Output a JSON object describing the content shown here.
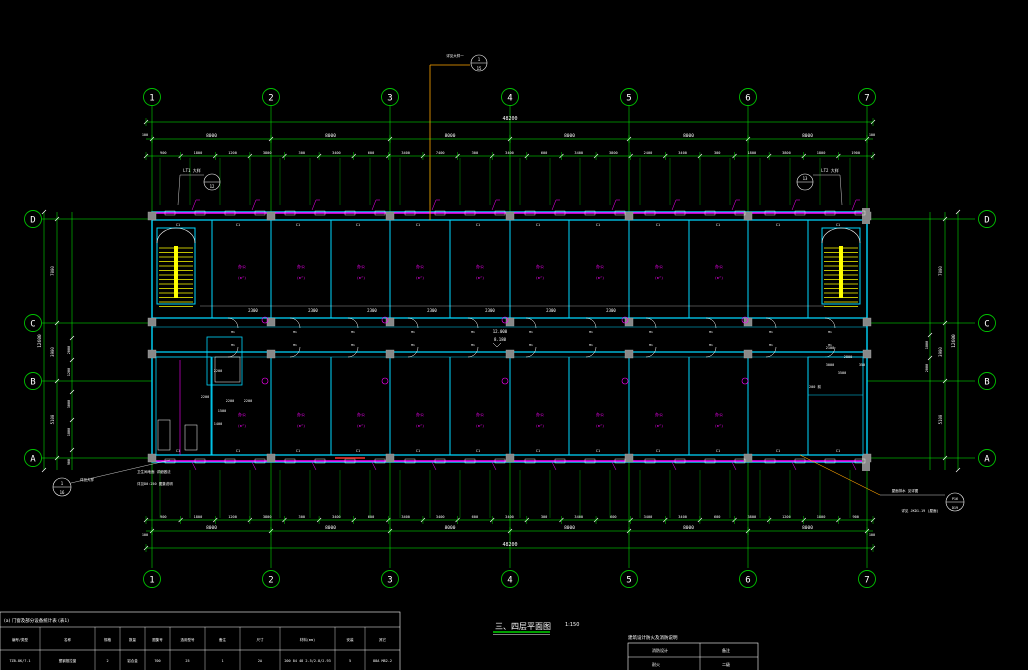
{
  "drawing": {
    "total_dim": "48200",
    "top_dims_bay": [
      "8000",
      "8000",
      "8000",
      "8000",
      "8000",
      "8000"
    ],
    "top_dims_detail": [
      "900",
      "1800",
      "1200",
      "3800",
      "300",
      "3400",
      "600",
      "3400",
      "7400",
      "300",
      "3400",
      "600",
      "3400",
      "3800",
      "2400",
      "3400",
      "300",
      "1800",
      "3800",
      "1800",
      "1900"
    ],
    "bottom_dims_detail": [
      "900",
      "1800",
      "1200",
      "3800",
      "300",
      "3400",
      "600",
      "3400",
      "3400",
      "600",
      "3400",
      "300",
      "3400",
      "600",
      "3400",
      "3400",
      "600",
      "3800",
      "1200",
      "1800",
      "900"
    ],
    "bottom_dims_bay": [
      "8000",
      "8000",
      "8000",
      "8000",
      "8000",
      "8000"
    ],
    "left_edge_dim": "100",
    "right_edge_dim": "100",
    "left_dims": [
      "7000",
      "3900",
      "5100",
      "12600"
    ],
    "left_dims_sub": [
      "2000",
      "1200",
      "3000",
      "1800",
      "900"
    ],
    "right_dims": [
      "7000",
      "3900",
      "5100",
      "12600"
    ],
    "right_dims_sub": [
      "1800",
      "2000"
    ],
    "axes_x": [
      "1",
      "2",
      "3",
      "4",
      "5",
      "6",
      "7"
    ],
    "axes_y": [
      "D",
      "C",
      "B",
      "A"
    ],
    "corridor_dims": [
      "2300",
      "2300",
      "2300",
      "2300",
      "2300",
      "2300",
      "2300"
    ],
    "corridor_elevation": "8.180",
    "corridor_level": "12.000",
    "rooms_upper": [
      "办公",
      "办公",
      "办公",
      "办公",
      "办公",
      "办公",
      "办公",
      "办公",
      "办公"
    ],
    "rooms_lower": [
      "办公",
      "办公",
      "办公",
      "办公",
      "办公",
      "办公",
      "办公",
      "办公",
      "办公"
    ],
    "room_area": "(m²)",
    "window_tag": "C1",
    "door_tag": "M1",
    "lt1_label": "LT1 大样",
    "lt1_callout": "12",
    "lt2_label": "LT2 大样",
    "lt2_callout": "13",
    "top_callout_label": "详见大样一",
    "top_callout_num": "1",
    "top_callout_sheet": "15",
    "left_callout_label": "详见大样",
    "left_callout_num": "1",
    "left_callout_sheet": "16",
    "left_note_1": "卫生间地面 详细做法",
    "left_note_2": "详见D0:250 图集说明",
    "right_note_1": "屋面排水 见详图",
    "right_note_2": "详见 JKD1-19 (屋面)",
    "right_callout_num": "P16",
    "right_callout_sheet": "D19",
    "stair_note_1": "2100",
    "stair_note_2": "200 前",
    "right_stair_dims": [
      "3000",
      "2800",
      "3500",
      "350"
    ],
    "left_wc_dims": [
      "2200",
      "2200",
      "2200",
      "2200",
      "1500",
      "1400"
    ]
  },
  "title": {
    "text": "三、四层平面图",
    "scale": "1:150"
  },
  "table_left": {
    "caption": "(a) 门窗及部分设备统计表 (表1)",
    "headers": [
      "编号/类型",
      "名称",
      "规格",
      "数量",
      "图集号",
      "选用型号",
      "备注",
      "尺寸",
      "材料(mm)",
      "安装",
      "其它"
    ],
    "row": [
      "TZB-8K/7.1",
      "塑钢推拉窗",
      "2",
      "铝合金",
      "700",
      "25",
      "1",
      "2A",
      "200 84 48 2.5/2.8/2.93",
      "5",
      "88A M82-2"
    ]
  },
  "table_right": {
    "caption": "建筑设计防火及消防说明",
    "cells": [
      "消防设计",
      "备注",
      "耐火",
      "二级"
    ]
  },
  "colors": {
    "grid_circle": "#00c000",
    "dimension": "#ffffff",
    "wall": "#00d8ff",
    "window": "#ff00ff",
    "stair": "#ffff00",
    "callout": "#ffa500"
  }
}
